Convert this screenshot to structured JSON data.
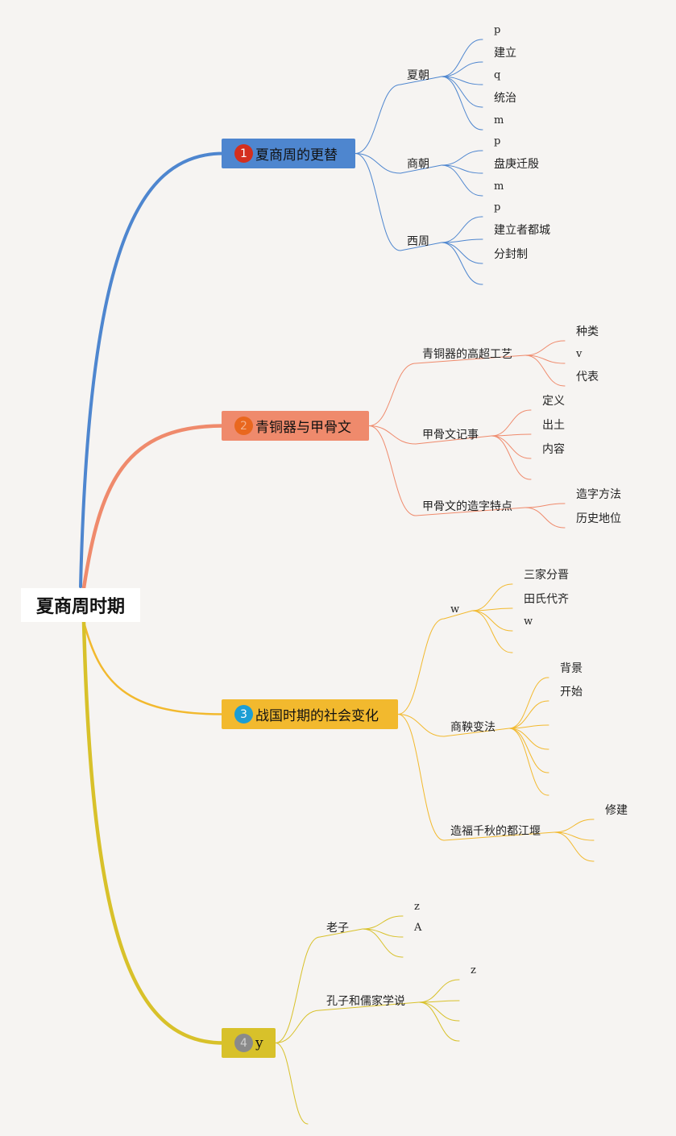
{
  "root": {
    "label": "夏商周时期"
  },
  "colors": {
    "blue": "#4e86cf",
    "orange": "#ef8a6c",
    "amber": "#f2b92e",
    "olive": "#d8c12a",
    "badge_red": "#d42f1e",
    "badge_orange": "#e9671e",
    "badge_cyan": "#1b9ed4",
    "badge_gray": "#8a8a8a"
  },
  "branches": [
    {
      "number": "1",
      "label": "夏商周的更替",
      "icon": "number-1-badge-icon",
      "children": [
        {
          "label": "夏朝",
          "leaves": [
            "p",
            "建立",
            "q",
            "统治",
            "m"
          ]
        },
        {
          "label": "商朝",
          "leaves": [
            "p",
            "盘庚迁殷",
            "m"
          ]
        },
        {
          "label": "西周",
          "leaves": [
            "p",
            "建立者都城",
            "分封制",
            ""
          ]
        }
      ]
    },
    {
      "number": "2",
      "label": "青铜器与甲骨文",
      "icon": "number-2-badge-icon",
      "children": [
        {
          "label": "青铜器的高超工艺",
          "leaves": [
            "种类",
            "v",
            "代表"
          ]
        },
        {
          "label": "甲骨文记事",
          "leaves": [
            "定义",
            "出土",
            "内容",
            ""
          ]
        },
        {
          "label": "甲骨文的造字特点",
          "leaves": [
            "造字方法",
            "历史地位"
          ]
        }
      ]
    },
    {
      "number": "3",
      "label": "战国时期的社会变化",
      "icon": "number-3-badge-icon",
      "children": [
        {
          "label": "w",
          "leaves": [
            "三家分晋",
            "田氏代齐",
            "w",
            ""
          ]
        },
        {
          "label": "商鞅变法",
          "leaves": [
            "背景",
            "开始",
            "",
            "",
            "",
            ""
          ]
        },
        {
          "label": "造福千秋的都江堰",
          "leaves": [
            "修建",
            "",
            ""
          ]
        }
      ]
    },
    {
      "number": "4",
      "label": "y",
      "icon": "number-4-badge-icon",
      "children": [
        {
          "label": "老子",
          "leaves": [
            "z",
            "A",
            ""
          ]
        },
        {
          "label": "孔子和儒家学说",
          "leaves": [
            "z",
            "",
            "",
            ""
          ]
        },
        {
          "label": "",
          "leaves": []
        }
      ]
    }
  ]
}
